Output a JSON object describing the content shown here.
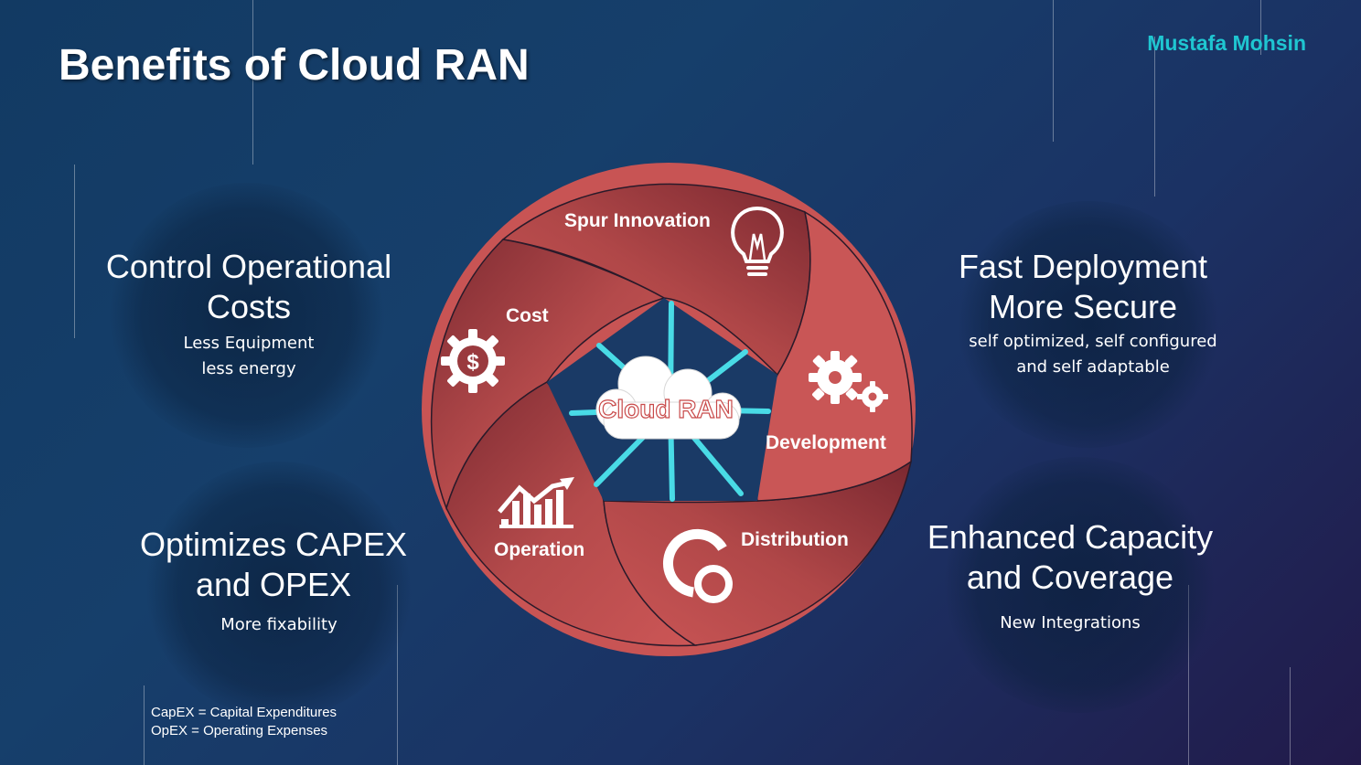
{
  "title": "Benefits of Cloud RAN",
  "author": "Mustafa Mohsin",
  "center": {
    "label": "Cloud RAN"
  },
  "segments": {
    "spur_innovation": "Spur Innovation",
    "cost": "Cost",
    "development": "Development",
    "operation": "Operation",
    "distribution": "Distribution"
  },
  "benefits": {
    "control_costs": {
      "heading_1": "Control Operational",
      "heading_2": "Costs",
      "line_1": "Less Equipment",
      "line_2": "less energy"
    },
    "fast_deployment": {
      "heading_1": "Fast Deployment",
      "heading_2": "More Secure",
      "line_1": "self optimized, self configured",
      "line_2": "and self adaptable"
    },
    "capex_opex": {
      "heading_1": "Optimizes CAPEX",
      "heading_2": "and OPEX",
      "line_1": "More fixability"
    },
    "capacity": {
      "heading_1": "Enhanced Capacity",
      "heading_2": "and Coverage",
      "line_1": "New Integrations"
    }
  },
  "footnotes": {
    "capex": "CapEX = Capital Expenditures",
    "opex": "OpEX =  Operating Expenses"
  },
  "colors": {
    "accent": "#1fc6d1",
    "segment_light": "#c85454",
    "segment_dark": "#7e2b32",
    "hub_spokes": "#49dbe6",
    "background_dark": "#123a63"
  },
  "icons": {
    "spur_innovation": "lightbulb-icon",
    "cost": "dollar-gear-icon",
    "development": "gears-icon",
    "operation": "bar-chart-growth-icon",
    "distribution": "distribution-circles-icon",
    "center": "cloud-icon"
  }
}
